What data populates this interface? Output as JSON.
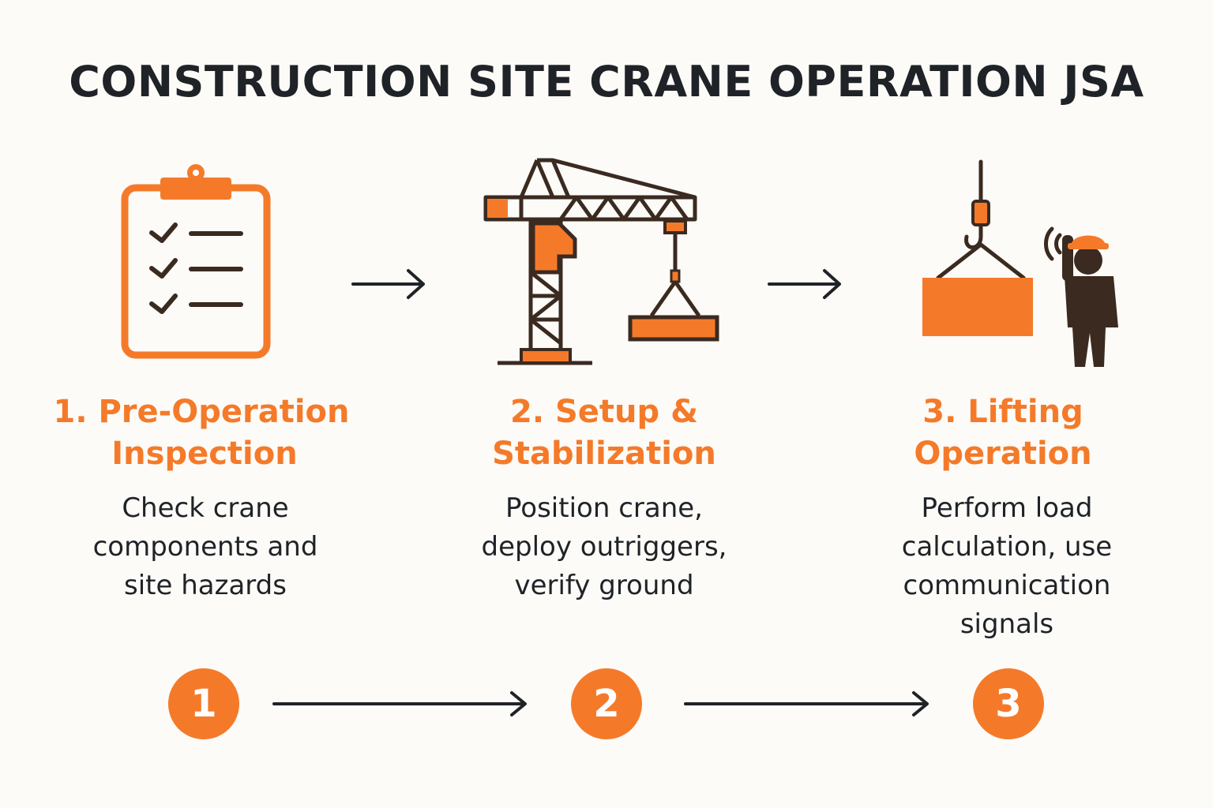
{
  "title": "CONSTRUCTION SITE CRANE OPERATION JSA",
  "colors": {
    "accent": "#f47a2a",
    "dark": "#3b2a20",
    "text": "#1f2328",
    "background": "#fcfbf7"
  },
  "steps": [
    {
      "icon": "clipboard-checklist-icon",
      "title_line1": "1. Pre-Operation",
      "title_line2": "Inspection",
      "desc_lines": [
        "Check crane",
        "components and",
        "site hazards"
      ],
      "badge": "1"
    },
    {
      "icon": "tower-crane-icon",
      "title_line1": "2. Setup  &",
      "title_line2": "Stabilization",
      "desc_lines": [
        "Position crane,",
        "deploy outriggers,",
        "verify ground"
      ],
      "badge": "2"
    },
    {
      "icon": "lifting-worker-icon",
      "title_line1": "3. Lifting",
      "title_line2": "Operation",
      "desc_lines": [
        "Perform load",
        "calculation, use",
        "communication",
        "signals"
      ],
      "badge": "3"
    }
  ]
}
